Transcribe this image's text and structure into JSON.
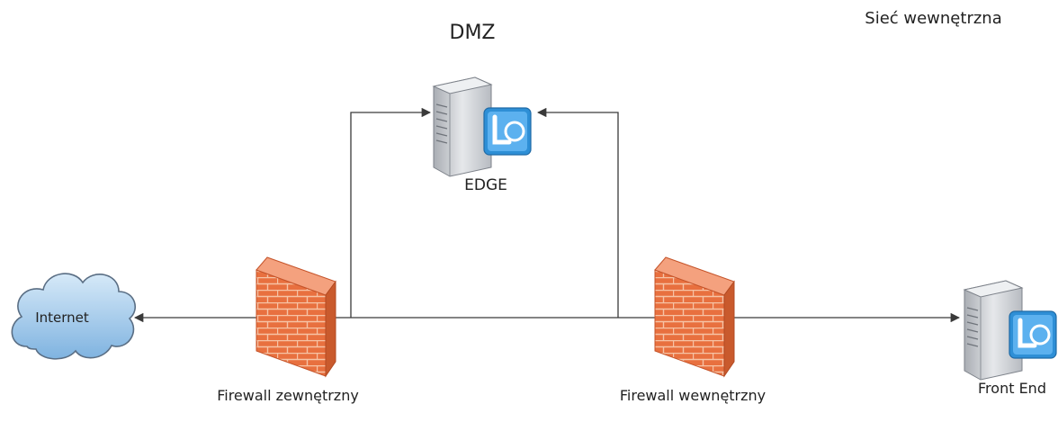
{
  "labels": {
    "dmz": "DMZ",
    "internal_network": "Sieć wewnętrzna",
    "edge": "EDGE",
    "internet": "Internet",
    "firewall_external": "Firewall zewnętrzny",
    "firewall_internal": "Firewall wewnętrzny",
    "front_end": "Front End"
  },
  "colors": {
    "line": "#3a3a3a",
    "firewall_brick": "#e86a3a",
    "cloud_fill": "#8fc0e8",
    "server_body": "#c9ccd1",
    "lync_blue": "#2e8fd6"
  },
  "icons": {
    "cloud": "internet-cloud-icon",
    "firewall": "brick-firewall-icon",
    "server": "server-icon",
    "app": "lync-badge-icon"
  }
}
